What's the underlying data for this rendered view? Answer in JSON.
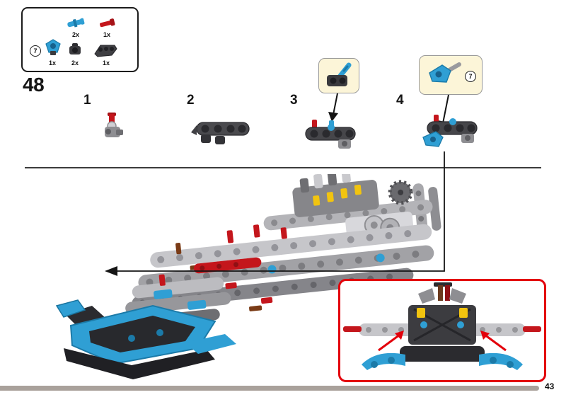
{
  "page": {
    "step_number": "48",
    "page_number": "43"
  },
  "parts_box": {
    "items": [
      {
        "icon": "blue-pin-icon",
        "count": "2x"
      },
      {
        "icon": "red-axle-pin-icon",
        "count": "1x"
      },
      {
        "icon": "blue-steering-arm-icon",
        "count": "1x",
        "callout": "7"
      },
      {
        "icon": "black-pin-connector-icon",
        "count": "2x"
      },
      {
        "icon": "black-angled-beam-icon",
        "count": "1x"
      }
    ]
  },
  "substeps": [
    {
      "label": "1"
    },
    {
      "label": "2"
    },
    {
      "label": "3"
    },
    {
      "label": "4"
    }
  ],
  "callout": {
    "number": "7"
  },
  "colors": {
    "lego_blue": "#2f9fd4",
    "lego_red": "#c4161c",
    "inset_border_red": "#e3000b",
    "highlight_box_bg": "#fcf5d8",
    "progress_bar": "#a9a19b"
  }
}
